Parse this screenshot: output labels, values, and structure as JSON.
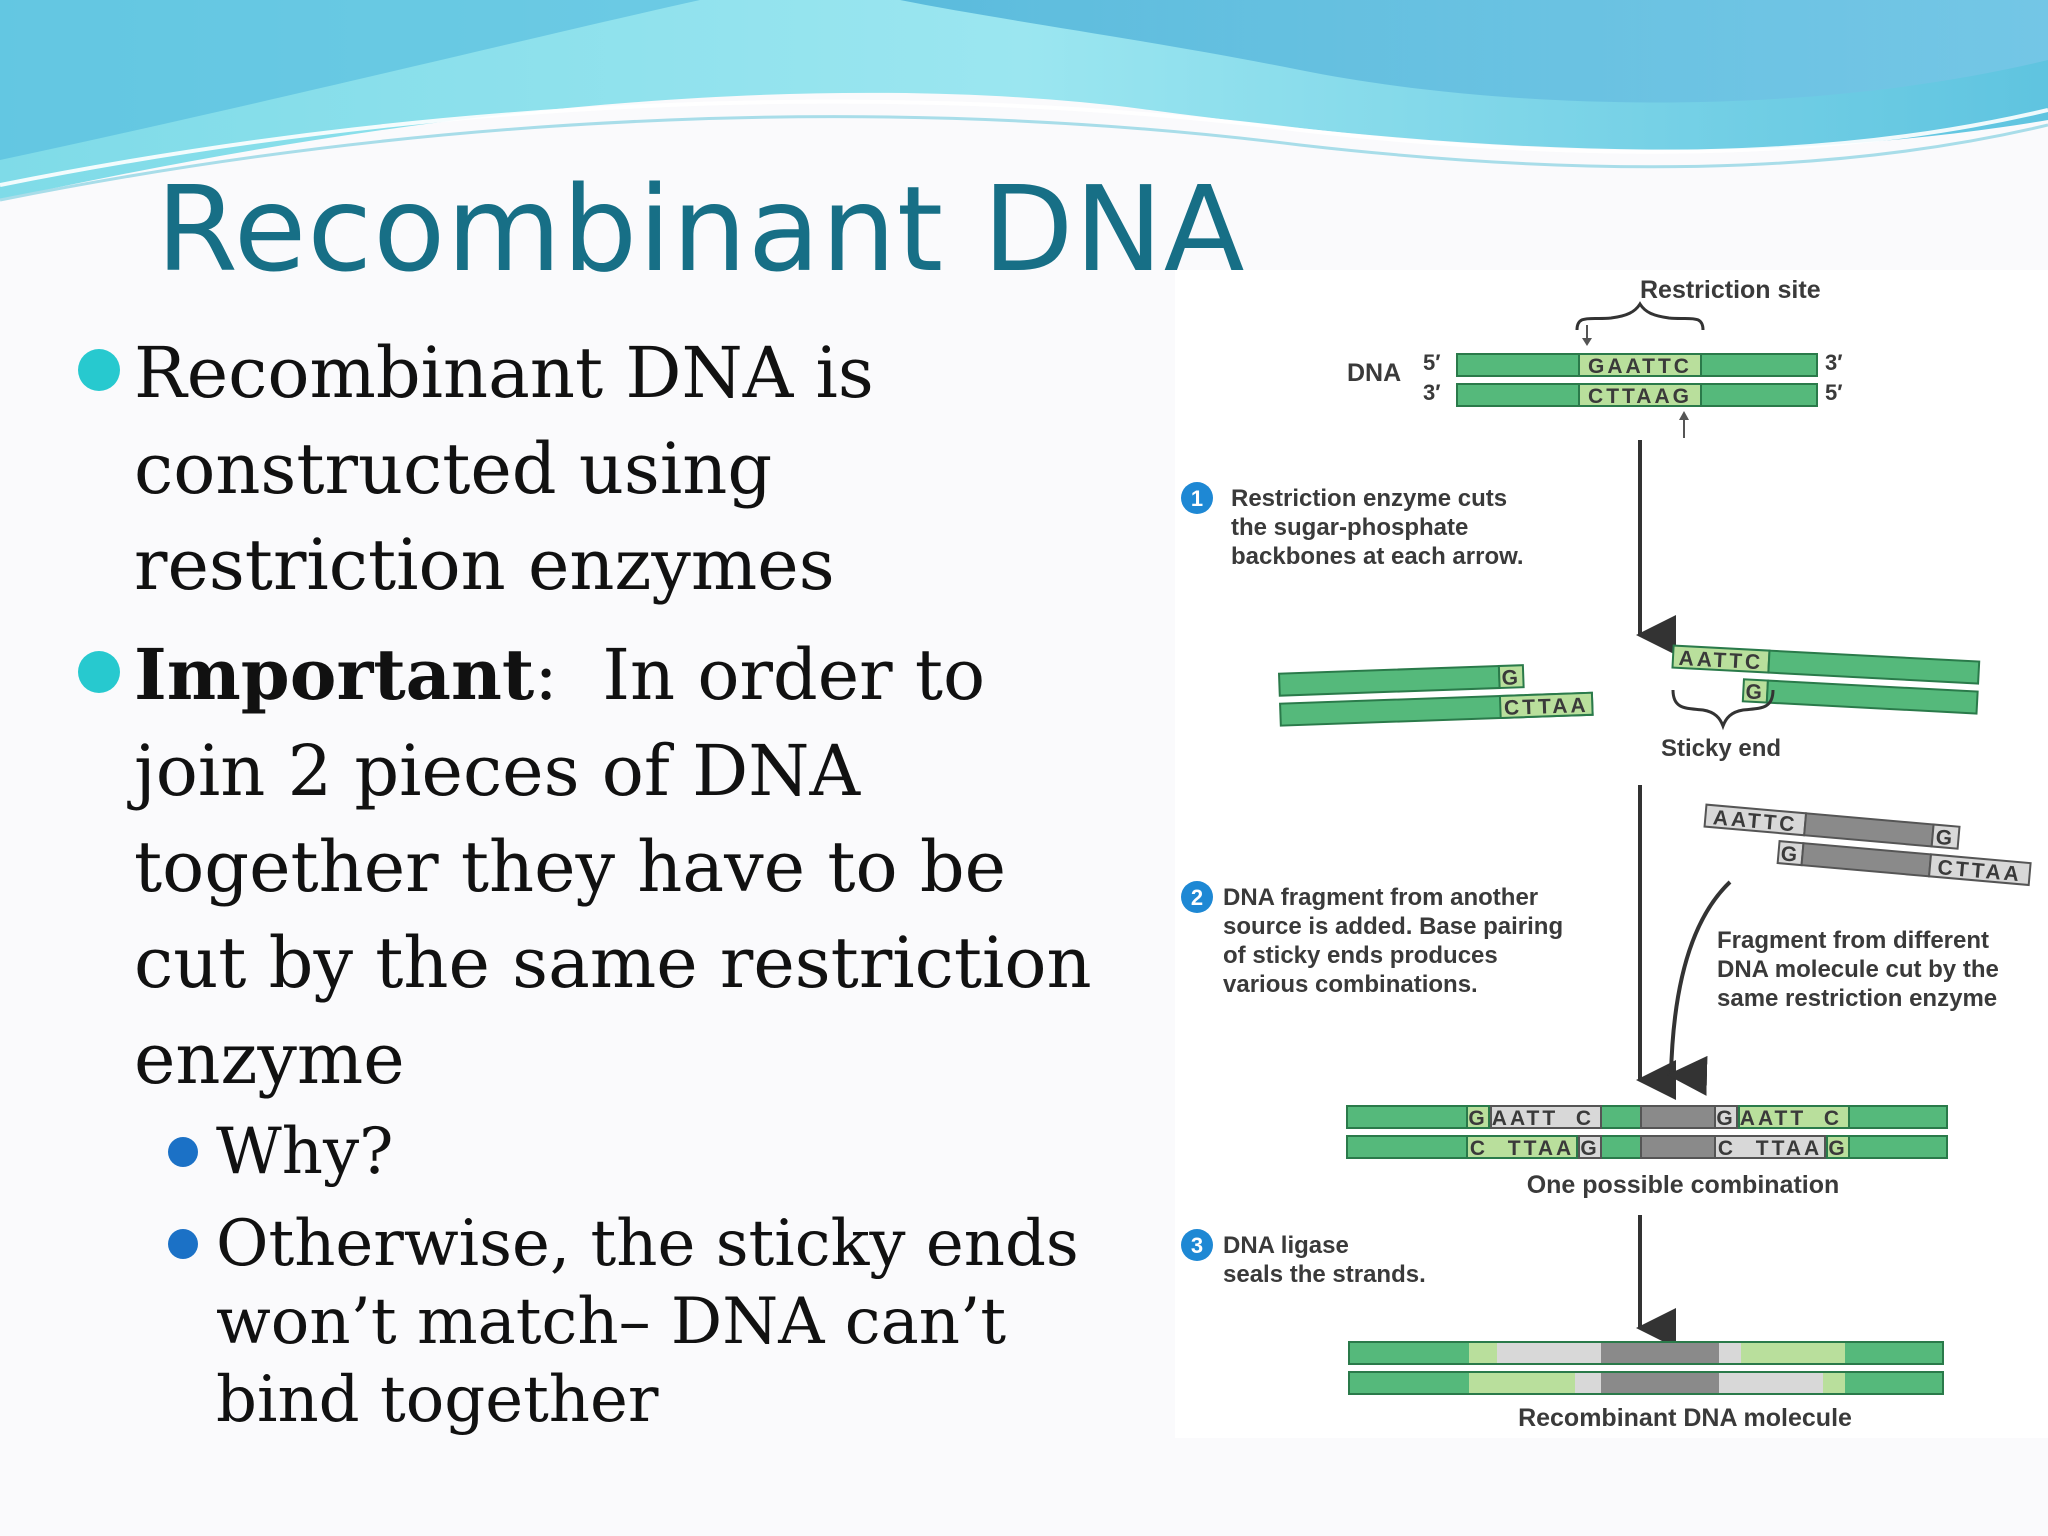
{
  "slide": {
    "title": "Recombinant DNA",
    "bullets": [
      {
        "text_parts": [
          "",
          "",
          "Recombinant DNA is constructed using restriction enzymes"
        ]
      },
      {
        "text_parts": [
          "Important",
          ":",
          "  In order to join 2 pieces of DNA together they have to be cut by the same restriction enzyme"
        ]
      }
    ],
    "sub_bullets": [
      "Why?",
      "Otherwise, the sticky ends won’t match– DNA can’t bind together"
    ],
    "colors": {
      "title": "#176f86",
      "bullet": "#27c9cf",
      "sub_bullet": "#1b71c6",
      "dna_green": "#55b97b",
      "dna_light": "#b9df9c",
      "dna_gray": "#8a8a8a",
      "step_circle": "#1e88d4"
    }
  },
  "diagram": {
    "restriction_site_label": "Restriction site",
    "dna_label": "DNA",
    "five_prime": "5′",
    "three_prime": "3′",
    "top_seq": "GAATTC",
    "bottom_seq": "CTTAAG",
    "step1_num": "1",
    "step1_text": [
      "Restriction enzyme cuts",
      "the sugar-phosphate",
      "backbones at each arrow."
    ],
    "g": "G",
    "cttaa": "CTTAA",
    "aattc": "AATTC",
    "sticky_end_label": "Sticky end",
    "step2_num": "2",
    "step2_text": [
      "DNA fragment from another",
      "source is added. Base pairing",
      "of sticky ends produces",
      "various combinations."
    ],
    "fragment_text": [
      "Fragment from different",
      "DNA molecule cut by the",
      "same restriction enzyme"
    ],
    "aatt": "AATT",
    "c": "C",
    "ttaa": "TTAA",
    "combination_label": "One possible combination",
    "step3_num": "3",
    "step3_text": [
      "DNA ligase",
      "seals the strands."
    ],
    "recombinant_label": "Recombinant DNA molecule"
  }
}
